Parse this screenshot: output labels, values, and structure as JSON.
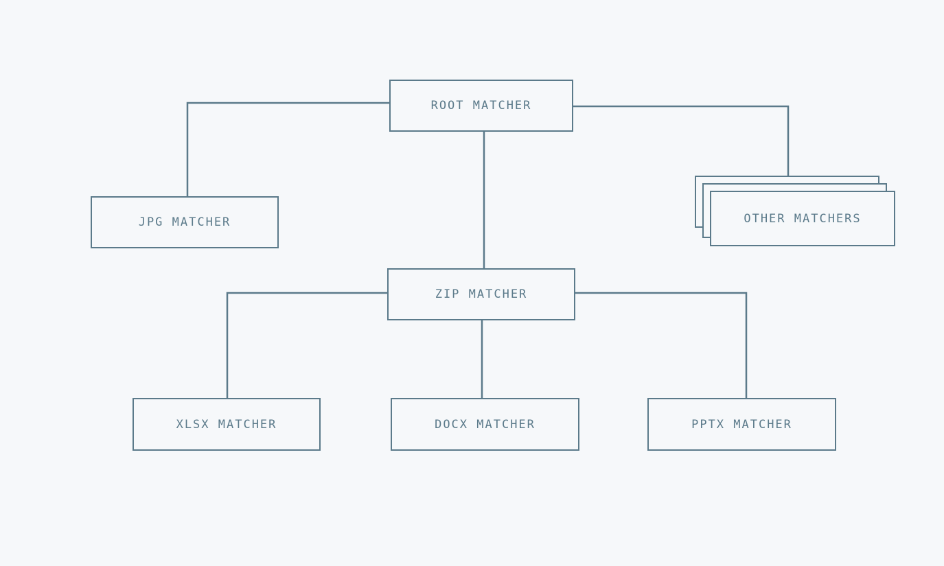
{
  "colors": {
    "background": "#f6f8fa",
    "stroke": "#5b7a8a",
    "text": "#5b7a8a"
  },
  "nodes": {
    "root": "ROOT MATCHER",
    "jpg": "JPG MATCHER",
    "other": "OTHER MATCHERS",
    "zip": "ZIP MATCHER",
    "xlsx": "XLSX MATCHER",
    "docx": "DOCX MATCHER",
    "pptx": "PPTX MATCHER"
  }
}
